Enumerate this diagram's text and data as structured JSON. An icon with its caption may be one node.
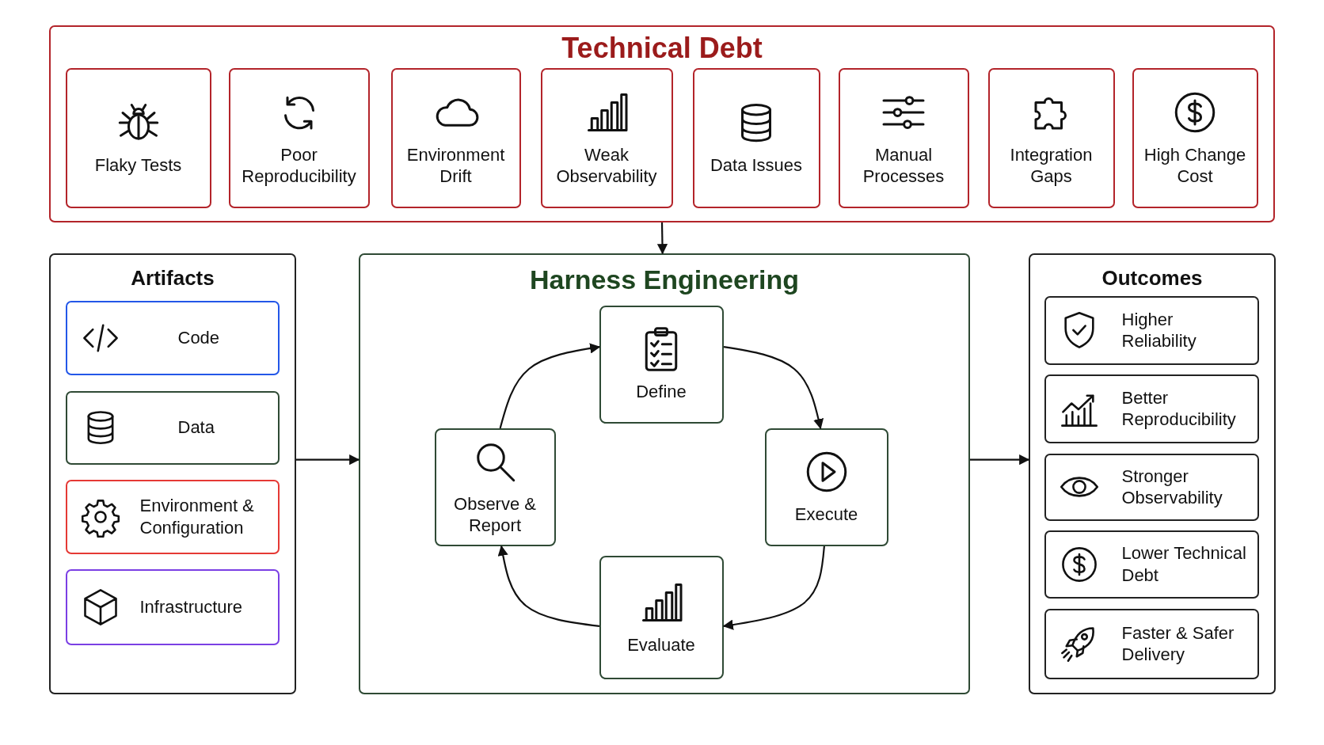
{
  "diagram": {
    "nodes": [
      {
        "text": [
          "Technical Debt"
        ]
      },
      {
        "text": [
          "Flaky Tests"
        ],
        "in": 0
      },
      {
        "text": [
          "Poor Reproducibility"
        ],
        "in": 0
      },
      {
        "text": [
          "Environment Drift"
        ],
        "in": 0
      },
      {
        "text": [
          "Weak Observability"
        ],
        "in": 0
      },
      {
        "text": [
          "Data Issues"
        ],
        "in": 0
      },
      {
        "text": [
          "Manual Processes"
        ],
        "in": 0
      },
      {
        "text": [
          "Integration Gaps"
        ],
        "in": 0
      },
      {
        "text": [
          "High Change Cost"
        ],
        "in": 0
      },
      {
        "text": [
          "Artifacts"
        ]
      },
      {
        "text": [
          "Code"
        ],
        "in": 9
      },
      {
        "text": [
          "Data"
        ],
        "in": 9
      },
      {
        "text": [
          "Environment & Configuration"
        ],
        "in": 9
      },
      {
        "text": [
          "Infrastructure"
        ],
        "in": 9
      },
      {
        "text": [
          "Harness Engineering"
        ]
      },
      {
        "text": [
          "Define"
        ],
        "in": 14
      },
      {
        "text": [
          "Execute"
        ],
        "in": 14
      },
      {
        "text": [
          "Evaluate"
        ],
        "in": 14
      },
      {
        "text": [
          "Observe & Report"
        ],
        "in": 14
      },
      {
        "text": [
          "Outcomes"
        ]
      },
      {
        "text": [
          "Higher Reliability"
        ],
        "in": 19
      },
      {
        "text": [
          "Better Reproducibility"
        ],
        "in": 19
      },
      {
        "text": [
          "Stronger Observability"
        ],
        "in": 19
      },
      {
        "text": [
          "Lower Technical Debt"
        ],
        "in": 19
      },
      {
        "text": [
          "Faster & Safer Delivery"
        ],
        "in": 19
      }
    ],
    "edges": [
      {
        "from": 0,
        "to": 14,
        "arrow": "to"
      },
      {
        "from": 9,
        "to": 14,
        "arrow": "to"
      },
      {
        "from": 14,
        "to": 19,
        "arrow": "to"
      },
      {
        "from": 15,
        "to": 16,
        "arrow": "to"
      },
      {
        "from": 16,
        "to": 17,
        "arrow": "to"
      },
      {
        "from": 17,
        "to": 18,
        "arrow": "to"
      },
      {
        "from": 18,
        "to": 15,
        "arrow": "to"
      }
    ]
  }
}
